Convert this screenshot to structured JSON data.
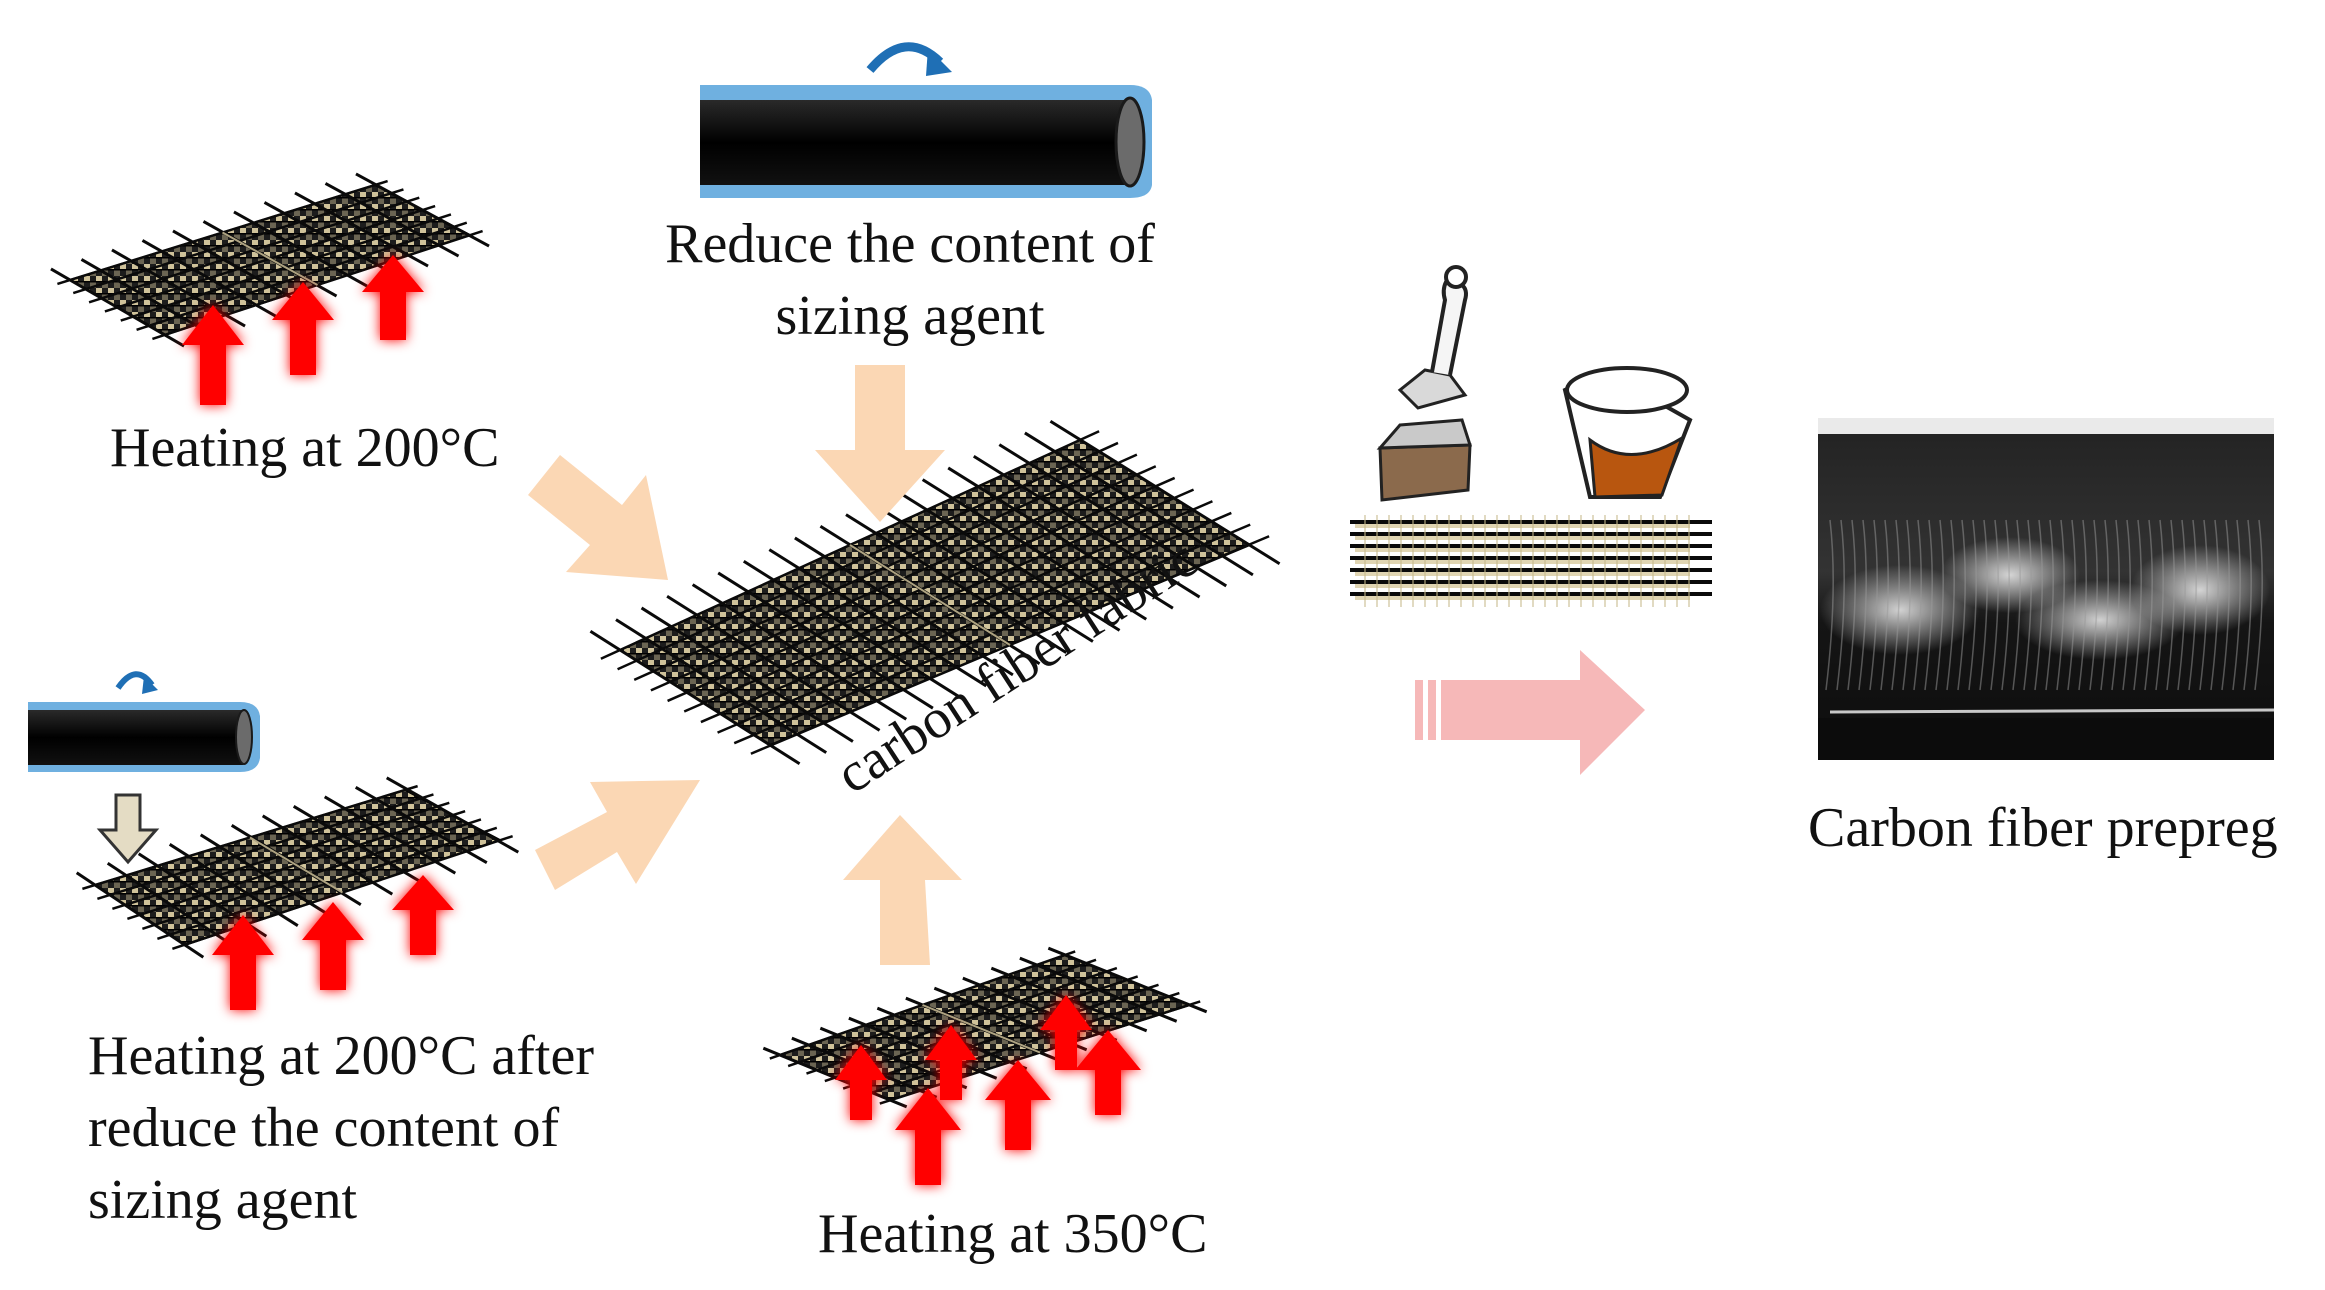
{
  "labels": {
    "heat200": "Heating at 200°C",
    "reduce_line1": "Reduce the content of",
    "reduce_line2": "sizing agent",
    "fabric": "carbon fiber fabric",
    "combo_line1": "Heating at 200°C after",
    "combo_line2": "reduce the content of",
    "combo_line3": "sizing agent",
    "heat350": "Heating at 350°C",
    "prepreg": "Carbon fiber prepreg"
  },
  "colors": {
    "flow_arrow": "#fbd7b4",
    "result_arrow": "#f6b8b8",
    "heat_arrow": "#ff0000",
    "fiber": "#0a0a0a",
    "fiber_light": "#d8caa0",
    "tube_sleeve": "#6fb0e0",
    "rotate_arrow": "#1f6fb5",
    "resin": "#b8560f"
  },
  "icons": [
    "rotate-arrow-icon",
    "brush-icon",
    "beaker-icon",
    "down-arrow-icon"
  ]
}
